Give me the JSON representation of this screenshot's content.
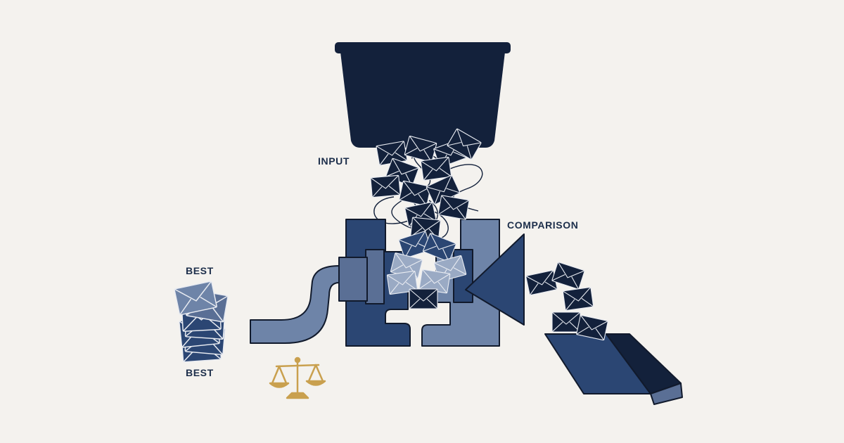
{
  "labels": {
    "input": "INPUT",
    "comparison": "COMPARISON",
    "best_top": "BEST",
    "best_bottom": "BEST"
  },
  "colors": {
    "background": "#f4f2ee",
    "navy": "#13213b",
    "deep_blue": "#2b4673",
    "mid_blue": "#5a6f95",
    "slate": "#6e84a8",
    "pale_blue": "#9aaac4",
    "gold": "#c9a04e",
    "envelope_stroke": "#e9ecf2",
    "outline": "#111a2c"
  },
  "icons": [
    "hopper-icon",
    "envelope-icon",
    "pipe-icon",
    "funnel-icon",
    "chute-icon",
    "balance-scale-icon"
  ]
}
